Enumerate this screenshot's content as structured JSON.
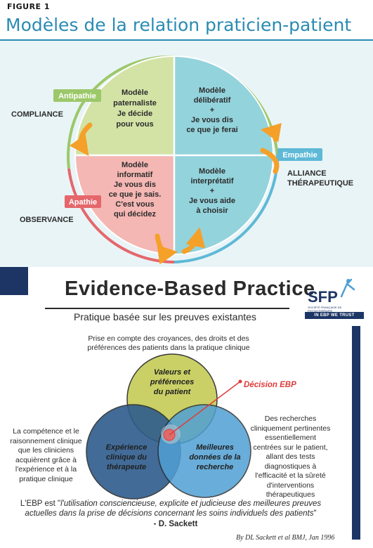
{
  "figure1": {
    "label": "FIGURE 1",
    "title": "Modèles de la relation praticien-patient",
    "quadrants": {
      "tl": [
        "Modèle",
        "paternaliste",
        "Je décide",
        "pour vous"
      ],
      "tr": [
        "Modèle",
        "délibératif",
        "+",
        "Je vous dis",
        "ce que je ferai"
      ],
      "bl": [
        "Modèle",
        "informatif",
        "Je vous dis",
        "ce que je sais.",
        "C'est vous",
        "qui décidez"
      ],
      "br": [
        "Modèle",
        "interprétatif",
        "+",
        "Je vous aide",
        "à choisir"
      ]
    },
    "badges": {
      "antipathie": "Antipathie",
      "empathie": "Empathie",
      "apathie": "Apathie"
    },
    "outer_labels": {
      "compliance": "COMPLIANCE",
      "observance": "OBSERVANCE",
      "alliance_1": "ALLIANCE",
      "alliance_2": "THÉRAPEUTIQUE"
    },
    "colors": {
      "green": "#d3e3a6",
      "teal": "#93d3dc",
      "pink": "#f4b7b3",
      "badge_green": "#9cc86a",
      "badge_teal": "#5db9d6",
      "badge_red": "#e5676b",
      "arrow_orange": "#f5a029"
    }
  },
  "ebp": {
    "title": "Evidence-Based Practice",
    "subtitle": "Pratique basée sur les preuves existantes",
    "logo": {
      "name": "SFP",
      "sub": "SOCIÉTÉ FRANÇAISE DE PHYSIOTHÉRAPIE",
      "band": "IN EBP WE TRUST"
    },
    "top_text": "Prise en compte des croyances, des droits et des préférences des patients dans la pratique clinique",
    "left_text": "La compétence et le raisonnement clinique que les cliniciens acquièrent grâce à l'expérience et à la pratique clinique",
    "right_text": "Des recherches cliniquement pertinentes essentiellement centrées sur le patient, allant des tests diagnostiques à l'efficacité et la sûreté d'interventions thérapeutiques",
    "circles": {
      "top": [
        "Valeurs et",
        "préférences",
        "du patient"
      ],
      "left": [
        "Expérience",
        "clinique du",
        "thérapeute"
      ],
      "right": [
        "Meilleures",
        "données de la",
        "recherche"
      ]
    },
    "decision_label": "Décision EBP",
    "quote_prefix": "L'EBP est \"",
    "quote_italic": "l'utilisation consciencieuse, explicite et judicieuse des meilleures preuves actuelles dans la prise de décisions concernant les soins individuels des patients",
    "quote_suffix": "\"",
    "author": "- D. Sackett",
    "citation": "By DL Sackett et al BMJ, Jan 1996",
    "colors": {
      "top_circle": "#c6cd5a",
      "left_circle": "#2e5c8c",
      "right_circle": "#4f9fd4",
      "decision": "#e23a3a",
      "navy": "#1c3565"
    }
  }
}
